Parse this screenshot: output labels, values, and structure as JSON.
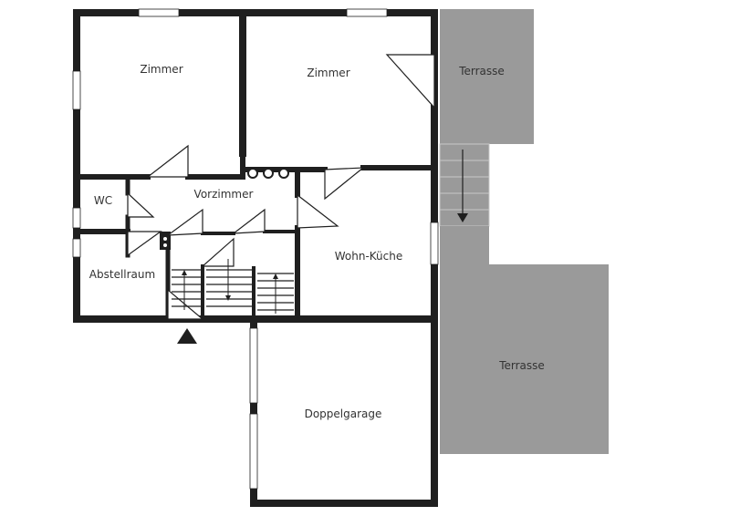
{
  "rooms": {
    "zimmer_left": "Zimmer",
    "zimmer_right": "Zimmer",
    "terrasse_top": "Terrasse",
    "wc": "WC",
    "vorzimmer": "Vorzimmer",
    "abstellraum": "Abstellraum",
    "wohnkueche": "Wohn-Küche",
    "terrasse_bottom": "Terrasse",
    "doppelgarage": "Doppelgarage"
  },
  "colors": {
    "wall": "#1f1f1f",
    "terrace": "#9a9a9a",
    "label": "#333333",
    "background": "#ffffff"
  },
  "icons": {
    "entrance": "entrance-triangle-icon",
    "stair_arrows": "arrow-icon"
  }
}
